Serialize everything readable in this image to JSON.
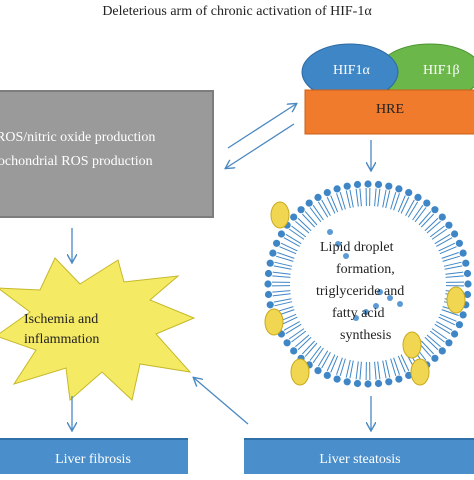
{
  "title": "Deleterious arm of chronic activation of HIF-1α",
  "hif1a_label": "HIF1α",
  "hif1b_label": "HIF1β",
  "hre_label": "HRE",
  "ros_box": {
    "line1": "ROS/nitric oxide production",
    "line2": "tochondrial ROS production"
  },
  "ischemia": {
    "line1": "Ischemia and",
    "line2": "inflammation"
  },
  "lipid": {
    "line1": "Lipid droplet",
    "line2": "formation,",
    "line3": "triglyceride and",
    "line4": "fatty acid",
    "line5": "synthesis"
  },
  "liver_fibrosis": "Liver fibrosis",
  "liver_steatosis": "Liver steatosis",
  "colors": {
    "hif1a": "#3f86c6",
    "hif1b": "#6cb74a",
    "hre": "#f07b2c",
    "ros_box": "#9a9a9a",
    "star": "#f5ea63",
    "arrows": "#4a88c2",
    "bottom_boxes": "#4a8fcc"
  }
}
